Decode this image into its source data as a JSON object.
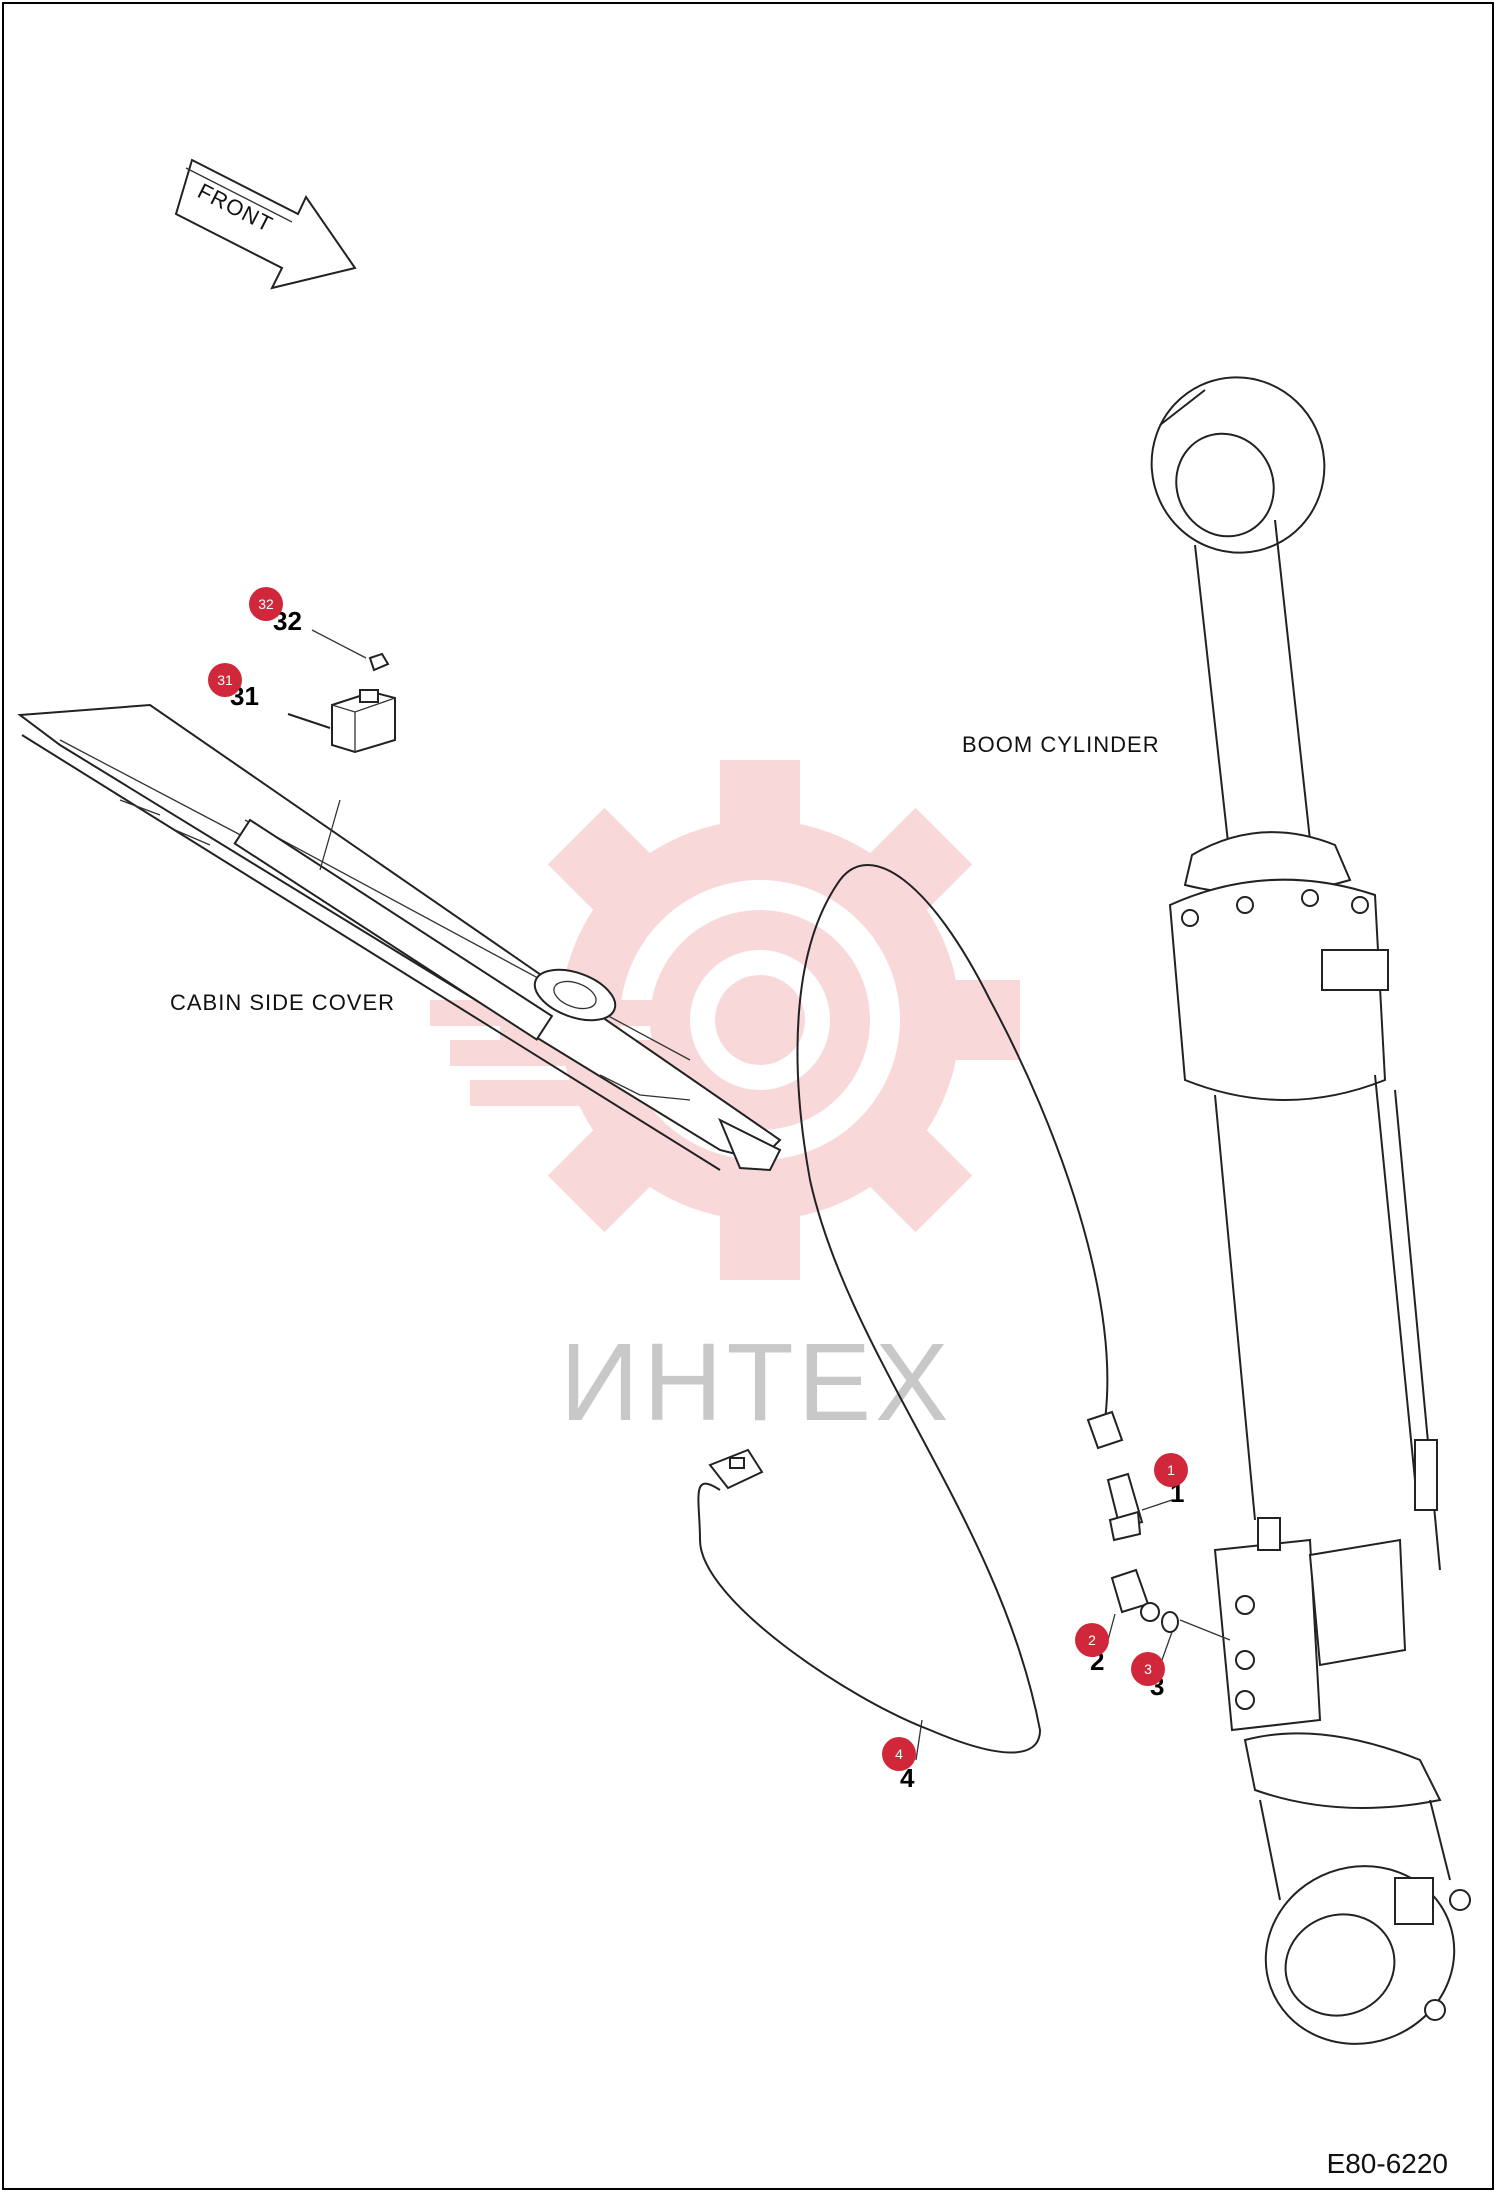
{
  "front_arrow": {
    "label": "FRONT"
  },
  "labels": {
    "boom_cylinder": "BOOM CYLINDER",
    "cabin_side_cover": "CABIN SIDE COVER"
  },
  "watermark": {
    "text": "ИНТЕХ"
  },
  "part_numbers": [
    {
      "id": "p32",
      "text": "32"
    },
    {
      "id": "p31",
      "text": "31"
    },
    {
      "id": "p1",
      "text": "1"
    },
    {
      "id": "p2",
      "text": "2"
    },
    {
      "id": "p3",
      "text": "3"
    },
    {
      "id": "p4",
      "text": "4"
    }
  ],
  "callouts": [
    {
      "id": "c32",
      "text": "32"
    },
    {
      "id": "c31",
      "text": "31"
    },
    {
      "id": "c1",
      "text": "1"
    },
    {
      "id": "c2",
      "text": "2"
    },
    {
      "id": "c3",
      "text": "3"
    },
    {
      "id": "c4",
      "text": "4"
    }
  ],
  "drawing_code": "E80-6220",
  "colors": {
    "callout": "#d0283a",
    "watermark": "#e8525b",
    "watermark_text": "#c8c8c8"
  }
}
